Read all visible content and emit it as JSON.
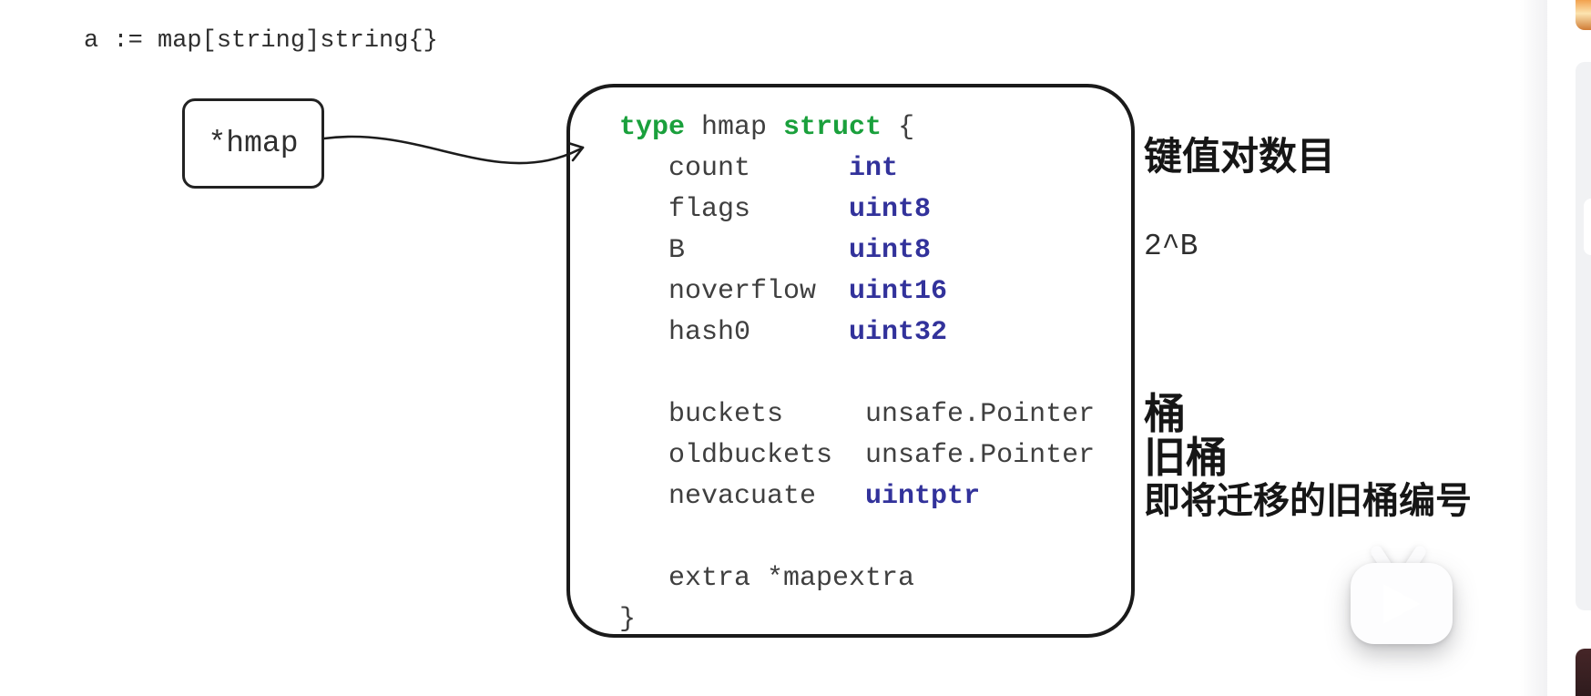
{
  "declaration": {
    "text": "a := map[string]string{}"
  },
  "pointer_box": {
    "label": "*hmap"
  },
  "struct_code": {
    "lines": [
      {
        "segments": [
          {
            "s": "kw",
            "t": "type"
          },
          {
            "s": "pl",
            "t": " hmap "
          },
          {
            "s": "kw",
            "t": "struct"
          },
          {
            "s": "pl",
            "t": " {"
          }
        ]
      },
      {
        "segments": [
          {
            "s": "pl",
            "t": "   count      "
          },
          {
            "s": "ty",
            "t": "int"
          }
        ]
      },
      {
        "segments": [
          {
            "s": "pl",
            "t": "   flags      "
          },
          {
            "s": "ty",
            "t": "uint8"
          }
        ]
      },
      {
        "segments": [
          {
            "s": "pl",
            "t": "   B          "
          },
          {
            "s": "ty",
            "t": "uint8"
          }
        ]
      },
      {
        "segments": [
          {
            "s": "pl",
            "t": "   noverflow  "
          },
          {
            "s": "ty",
            "t": "uint16"
          }
        ]
      },
      {
        "segments": [
          {
            "s": "pl",
            "t": "   hash0      "
          },
          {
            "s": "ty",
            "t": "uint32"
          }
        ]
      },
      {
        "segments": []
      },
      {
        "segments": [
          {
            "s": "pl",
            "t": "   buckets     unsafe.Pointer"
          }
        ]
      },
      {
        "segments": [
          {
            "s": "pl",
            "t": "   oldbuckets  unsafe.Pointer"
          }
        ]
      },
      {
        "segments": [
          {
            "s": "pl",
            "t": "   nevacuate   "
          },
          {
            "s": "ty",
            "t": "uintptr"
          }
        ]
      },
      {
        "segments": []
      },
      {
        "segments": [
          {
            "s": "pl",
            "t": "   extra *mapextra"
          }
        ]
      },
      {
        "segments": [
          {
            "s": "pl",
            "t": "}"
          }
        ]
      }
    ]
  },
  "annotations": [
    {
      "id": "count",
      "text": "键值对数目"
    },
    {
      "id": "B",
      "text": "2^B"
    },
    {
      "id": "buckets",
      "text": "桶"
    },
    {
      "id": "oldbuckets",
      "text": "旧桶"
    },
    {
      "id": "nevacuate",
      "text": "即将迁移的旧桶编号"
    }
  ],
  "icons": {
    "watermark": "tv-play-icon"
  },
  "colors": {
    "keyword": "#1aa03c",
    "type_name": "#32329b",
    "code_text": "#3f3f3f",
    "ink": "#1a1a1a",
    "sidebar_card": "#f1f2f4"
  }
}
